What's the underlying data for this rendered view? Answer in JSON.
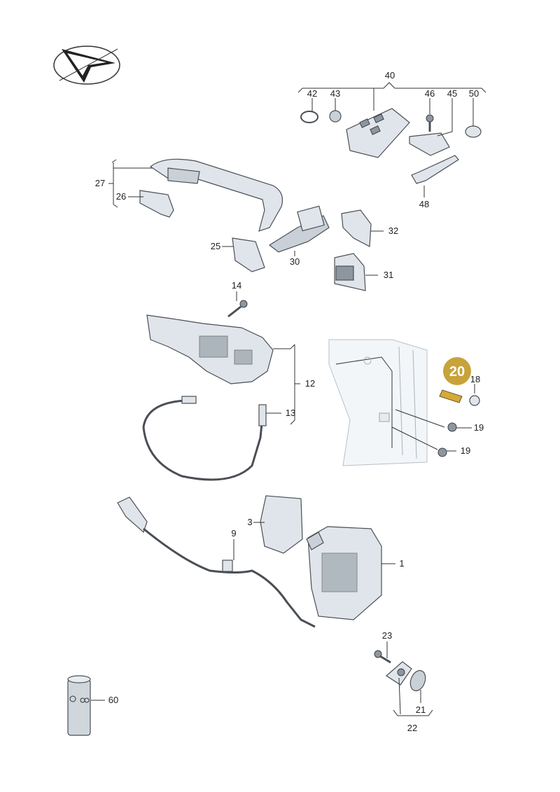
{
  "labels": {
    "p1": "1",
    "p3": "3",
    "p9": "9",
    "p12": "12",
    "p13": "13",
    "p14": "14",
    "p18": "18",
    "p19a": "19",
    "p19b": "19",
    "p20": "20",
    "p21": "21",
    "p22": "22",
    "p23": "23",
    "p25": "25",
    "p26": "26",
    "p27": "27",
    "p30": "30",
    "p31": "31",
    "p32": "32",
    "p40": "40",
    "p42": "42",
    "p43": "43",
    "p45": "45",
    "p46": "46",
    "p48": "48",
    "p50": "50",
    "p60": "60"
  },
  "highlight": {
    "label": "20",
    "color": "#c8a23a"
  },
  "colors": {
    "part_fill": "#dfe5ea",
    "outline": "#4a4f55",
    "line": "#333333"
  }
}
